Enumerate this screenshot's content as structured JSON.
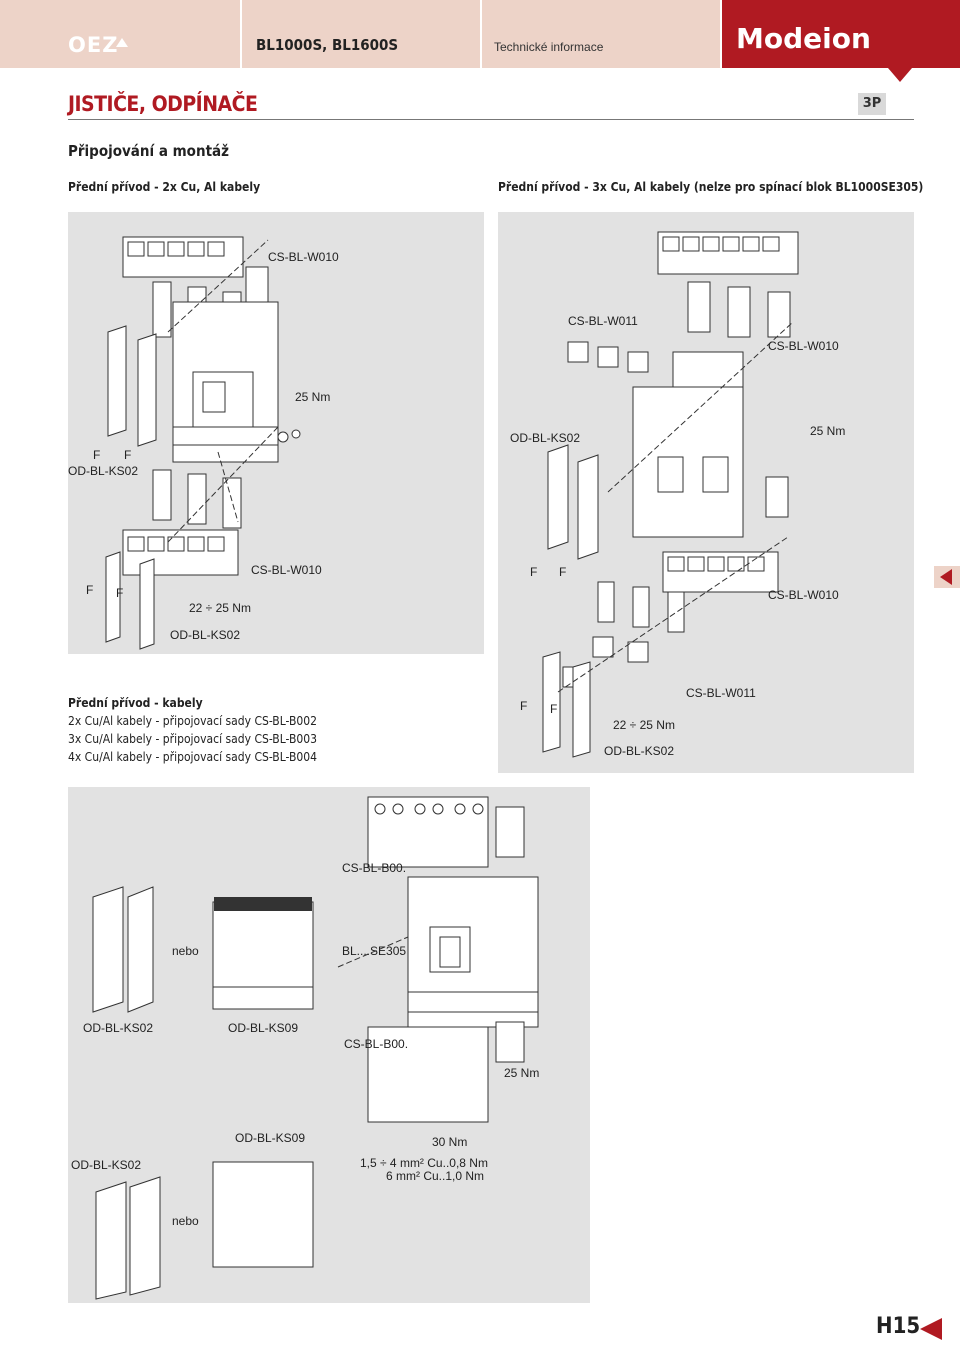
{
  "header": {
    "logo": "OEZ",
    "model": "BL1000S, BL1600S",
    "info": "Technické informace",
    "brand": "Modeion"
  },
  "title": "JISTIČE, ODPÍNAČE",
  "badge": "3P",
  "section": "Připojování a montáž",
  "subtitles": {
    "left": "Přední přívod - 2x Cu, Al kabely",
    "right": "Přední přívod - 3x Cu, Al kabely (nelze pro spínací blok BL1000SE305)"
  },
  "panel1": {
    "cs_top": "CS-BL-W010",
    "torque": "25 Nm",
    "f1": "F",
    "f2": "F",
    "od_left": "OD-BL-KS02",
    "cs_bottom": "CS-BL-W010",
    "f3": "F",
    "f4": "F",
    "torque_range": "22 ÷ 25 Nm",
    "od_bottom": "OD-BL-KS02"
  },
  "panel2": {
    "cs_w011": "CS-BL-W011",
    "cs_w010": "CS-BL-W010",
    "od_top": "OD-BL-KS02",
    "torque": "25 Nm",
    "f1": "F",
    "f2": "F",
    "cs_w010_b": "CS-BL-W010",
    "f3": "F",
    "f4": "F",
    "cs_w011_b": "CS-BL-W011",
    "torque_range": "22 ÷ 25 Nm",
    "od_bottom": "OD-BL-KS02"
  },
  "kabely": {
    "heading": "Přední přívod - kabely",
    "line1": "2x Cu/Al kabely - připojovací sady CS-BL-B002",
    "line2": "3x Cu/Al kabely - připojovací sady CS-BL-B003",
    "line3": "4x Cu/Al kabely - připojovací sady CS-BL-B004"
  },
  "panel3": {
    "cs_top": "CS-BL-B00.",
    "nebo1": "nebo",
    "bl_se": "BL....SE305",
    "od_ks02": "OD-BL-KS02",
    "od_ks09": "OD-BL-KS09",
    "cs_mid": "CS-BL-B00.",
    "torque": "25 Nm",
    "od_ks09_b": "OD-BL-KS09",
    "torque30": "30 Nm",
    "od_ks02_b": "OD-BL-KS02",
    "wire1": "1,5 ÷ 4 mm² Cu..0,8 Nm",
    "wire2": "6 mm² Cu..1,0 Nm",
    "nebo2": "nebo"
  },
  "page_number": "H15",
  "colors": {
    "accent": "#b01a22",
    "header_bg": "#edd3c8",
    "panel_bg": "#e2e2e2"
  }
}
